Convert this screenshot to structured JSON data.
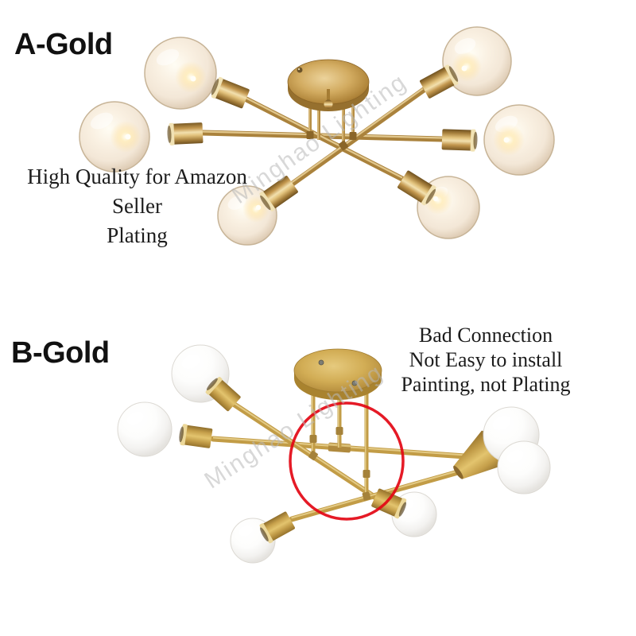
{
  "variant_a": {
    "label": "A-Gold",
    "caption_line1": "High Quality for Amazon Seller",
    "caption_line2": "Plating"
  },
  "variant_b": {
    "label": "B-Gold",
    "caption_line1": "Bad Connection",
    "caption_line2": "Not Easy to install",
    "caption_line3": "Painting, not Plating"
  },
  "watermark": {
    "text": "Minghao Lighting"
  },
  "colors": {
    "background": "#ffffff",
    "heading_text": "#111111",
    "caption_text": "#1c1c1c",
    "brass_plated_gold": "#c49a52",
    "painted_flat_gold": "#c7a149",
    "annotation_red": "#e30613",
    "watermark_gray": "#b9b9b9",
    "bulb_warm_glow": "#ffeebf",
    "bulb_white": "#ffffff"
  }
}
